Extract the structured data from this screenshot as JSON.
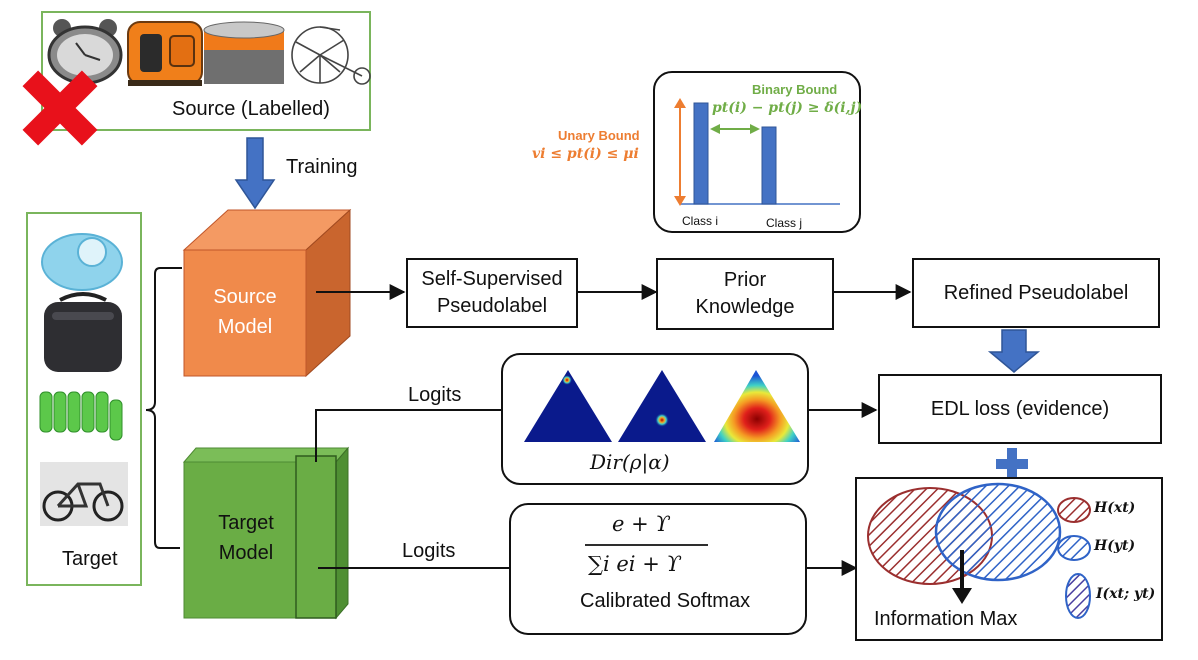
{
  "source_panel": {
    "label": "Source (Labelled)"
  },
  "training_label": "Training",
  "target_panel": {
    "label": "Target"
  },
  "source_model": {
    "line1": "Source",
    "line2": "Model"
  },
  "target_model": {
    "line1": "Target",
    "line2": "Model"
  },
  "self_supervised": {
    "line1": "Self-Supervised",
    "line2": "Pseudolabel"
  },
  "prior_knowledge": {
    "line1": "Prior",
    "line2": "Knowledge"
  },
  "refined_pseudolabel": "Refined Pseudolabel",
  "edl_loss": "EDL loss (evidence)",
  "logits_top": "Logits",
  "logits_bottom": "Logits",
  "dirichlet": {
    "formula": "Dir(ρ|α)"
  },
  "softmax": {
    "numerator": "e + ϒ",
    "denominator": "∑i ei + ϒ",
    "caption": "Calibrated Softmax"
  },
  "bounds": {
    "binary_title": "Binary Bound",
    "binary_formula": "pt(i) − pt(j) ≥ δ(i,j)",
    "unary_title": "Unary Bound",
    "unary_formula": "vi ≤ pt(i) ≤ μi",
    "class_i": "Class i",
    "class_j": "Class j"
  },
  "info_max": {
    "caption": "Information Max",
    "legend": [
      "H(xt)",
      "H(yt)",
      "I(xt; yt)"
    ]
  },
  "colors": {
    "source_orange": "#f08a4b",
    "target_green": "#6aad45",
    "arrow_blue": "#3f74c5",
    "unary_orange": "#ed7d31",
    "binary_green": "#70ad47",
    "hatch_red": "#9b2f2f",
    "hatch_blue": "#2f63c7"
  },
  "icons": [
    "alarm-clock-icon",
    "backpack-icon",
    "battery-icon",
    "bicycle-icon",
    "cross-icon",
    "plus-icon"
  ]
}
